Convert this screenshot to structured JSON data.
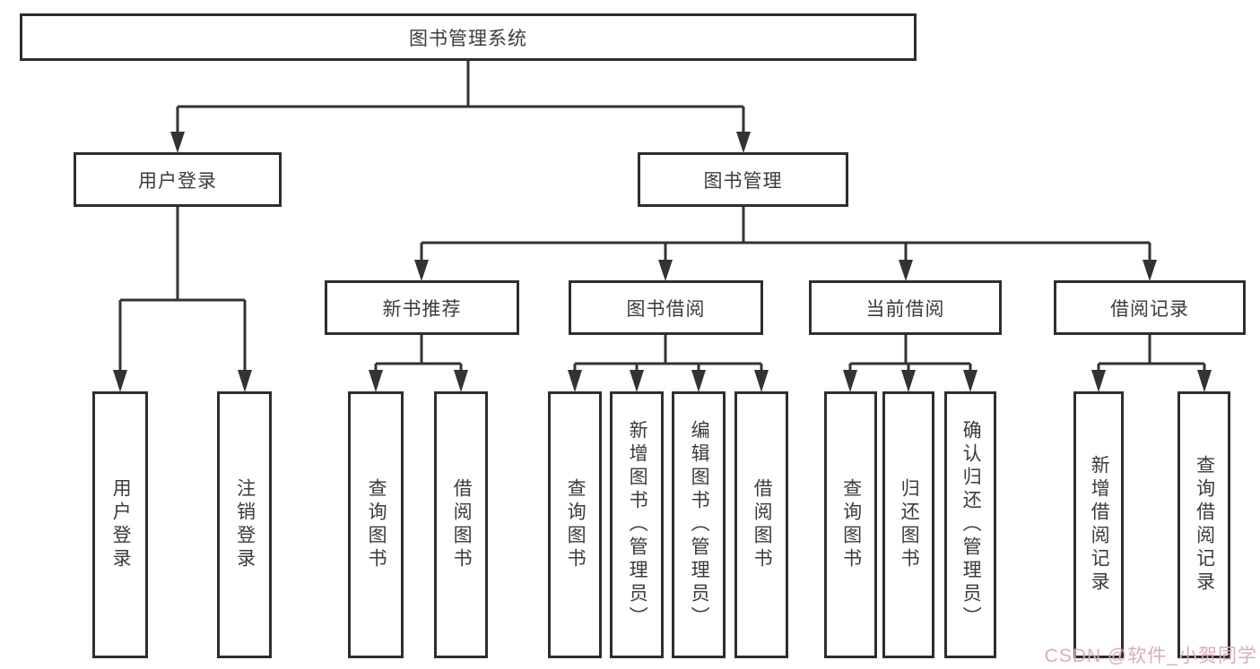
{
  "tree": {
    "label": "图书管理系统",
    "children": [
      {
        "label": "用户登录",
        "children": [
          {
            "label": "用户登录"
          },
          {
            "label": "注销登录"
          }
        ]
      },
      {
        "label": "图书管理",
        "children": [
          {
            "label": "新书推荐",
            "children": [
              {
                "label": "查询图书"
              },
              {
                "label": "借阅图书"
              }
            ]
          },
          {
            "label": "图书借阅",
            "children": [
              {
                "label": "查询图书"
              },
              {
                "label": "新增图书（管理员）"
              },
              {
                "label": "编辑图书（管理员）"
              },
              {
                "label": "借阅图书"
              }
            ]
          },
          {
            "label": "当前借阅",
            "children": [
              {
                "label": "查询图书"
              },
              {
                "label": "归还图书"
              },
              {
                "label": "确认归还（管理员）"
              }
            ]
          },
          {
            "label": "借阅记录",
            "children": [
              {
                "label": "新增借阅记录"
              },
              {
                "label": "查询借阅记录"
              }
            ]
          }
        ]
      }
    ]
  },
  "watermark": {
    "text": "CSDN @软件_小贺同学"
  },
  "colors": {
    "line": "#333333",
    "box_border": "#2e2e2e",
    "text": "#3b3b3b",
    "background": "#ffffff",
    "watermark": "#d9aeb6"
  }
}
